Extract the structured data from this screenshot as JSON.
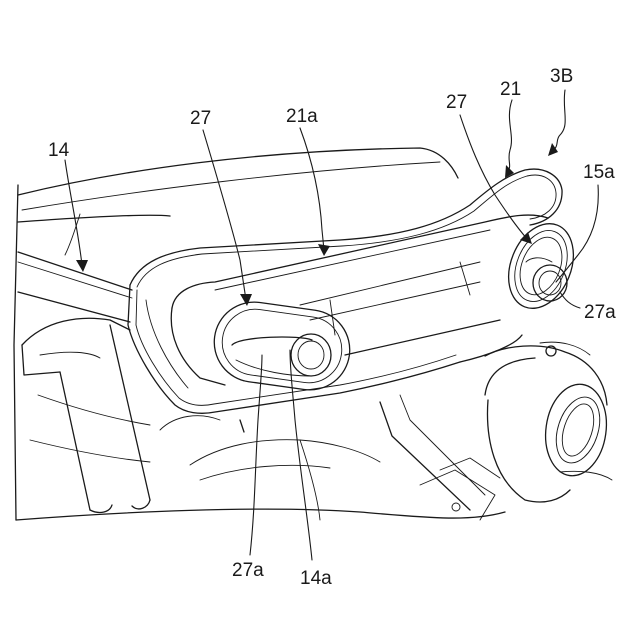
{
  "figure": {
    "labels": {
      "l_3B": "3B",
      "l_21": "21",
      "l_27_right": "27",
      "l_21a": "21a",
      "l_27_left": "27",
      "l_14": "14",
      "l_15a": "15a",
      "l_27a_right": "27a",
      "l_27a_bottom": "27a",
      "l_14a": "14a"
    }
  }
}
